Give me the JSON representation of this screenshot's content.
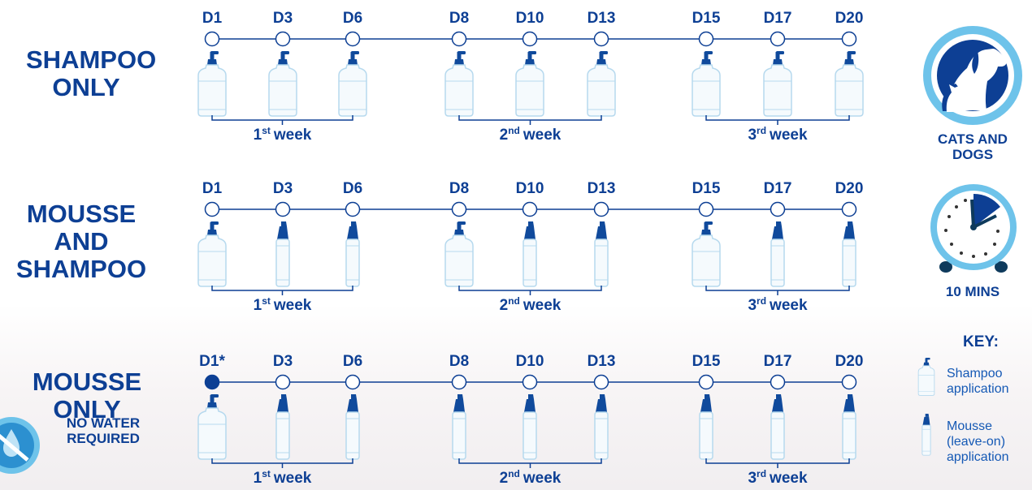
{
  "rows": [
    {
      "title_lines": [
        "SHAMPOO",
        "ONLY"
      ],
      "days": [
        {
          "label": "D1",
          "filled": false,
          "product": "shampoo"
        },
        {
          "label": "D3",
          "filled": false,
          "product": "shampoo"
        },
        {
          "label": "D6",
          "filled": false,
          "product": "shampoo"
        },
        {
          "label": "D8",
          "filled": false,
          "product": "shampoo"
        },
        {
          "label": "D10",
          "filled": false,
          "product": "shampoo"
        },
        {
          "label": "D13",
          "filled": false,
          "product": "shampoo"
        },
        {
          "label": "D15",
          "filled": false,
          "product": "shampoo"
        },
        {
          "label": "D17",
          "filled": false,
          "product": "shampoo"
        },
        {
          "label": "D20",
          "filled": false,
          "product": "shampoo"
        }
      ]
    },
    {
      "title_lines": [
        "MOUSSE",
        "AND",
        "SHAMPOO"
      ],
      "days": [
        {
          "label": "D1",
          "filled": false,
          "product": "shampoo"
        },
        {
          "label": "D3",
          "filled": false,
          "product": "mousse"
        },
        {
          "label": "D6",
          "filled": false,
          "product": "mousse"
        },
        {
          "label": "D8",
          "filled": false,
          "product": "shampoo"
        },
        {
          "label": "D10",
          "filled": false,
          "product": "mousse"
        },
        {
          "label": "D13",
          "filled": false,
          "product": "mousse"
        },
        {
          "label": "D15",
          "filled": false,
          "product": "shampoo"
        },
        {
          "label": "D17",
          "filled": false,
          "product": "mousse"
        },
        {
          "label": "D20",
          "filled": false,
          "product": "mousse"
        }
      ]
    },
    {
      "title_lines": [
        "MOUSSE",
        "ONLY"
      ],
      "days": [
        {
          "label": "D1*",
          "filled": true,
          "product": "shampoo"
        },
        {
          "label": "D3",
          "filled": false,
          "product": "mousse"
        },
        {
          "label": "D6",
          "filled": false,
          "product": "mousse"
        },
        {
          "label": "D8",
          "filled": false,
          "product": "mousse"
        },
        {
          "label": "D10",
          "filled": false,
          "product": "mousse"
        },
        {
          "label": "D13",
          "filled": false,
          "product": "mousse"
        },
        {
          "label": "D15",
          "filled": false,
          "product": "mousse"
        },
        {
          "label": "D17",
          "filled": false,
          "product": "mousse"
        },
        {
          "label": "D20",
          "filled": false,
          "product": "mousse"
        }
      ]
    }
  ],
  "weeks": [
    {
      "num": "1",
      "sup": "st",
      "word": "week"
    },
    {
      "num": "2",
      "sup": "nd",
      "word": "week"
    },
    {
      "num": "3",
      "sup": "rd",
      "word": "week"
    }
  ],
  "no_water_lines": [
    "NO WATER",
    "REQUIRED"
  ],
  "side": {
    "pets_label_lines": [
      "CATS AND",
      "DOGS"
    ],
    "time_label": "10 MINS"
  },
  "key": {
    "title": "KEY:",
    "shampoo_lines": [
      "Shampoo",
      "application"
    ],
    "mousse_lines": [
      "Mousse",
      "(leave-on)",
      "application"
    ]
  },
  "colors": {
    "navy": "#0d3f94",
    "bottle_fill": "#f5fafd",
    "bottle_outline": "#b6d9ee",
    "badge_ring": "#6ec3ea",
    "pump": "#104a9c"
  },
  "icons": [
    "cats-dogs-icon",
    "clock-icon",
    "no-water-icon",
    "shampoo-bottle-icon",
    "mousse-bottle-icon"
  ]
}
